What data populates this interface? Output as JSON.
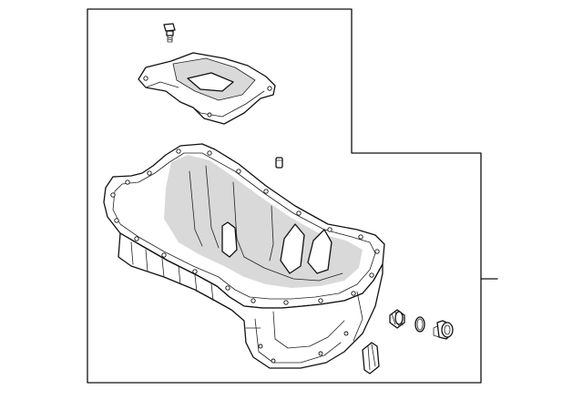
{
  "diagram": {
    "parts": [
      {
        "name": "bolt",
        "icon": "bolt-icon"
      },
      {
        "name": "oil-baffle",
        "icon": "baffle-plate-icon"
      },
      {
        "name": "dowel-pin",
        "icon": "pin-icon"
      },
      {
        "name": "oil-pan",
        "icon": "oil-pan-icon"
      },
      {
        "name": "spring-plug",
        "icon": "spring-icon"
      },
      {
        "name": "gasket-ring",
        "icon": "o-ring-icon"
      },
      {
        "name": "drain-plug",
        "icon": "drain-plug-icon"
      },
      {
        "name": "rubber-plug",
        "icon": "plug-cap-icon"
      }
    ]
  }
}
